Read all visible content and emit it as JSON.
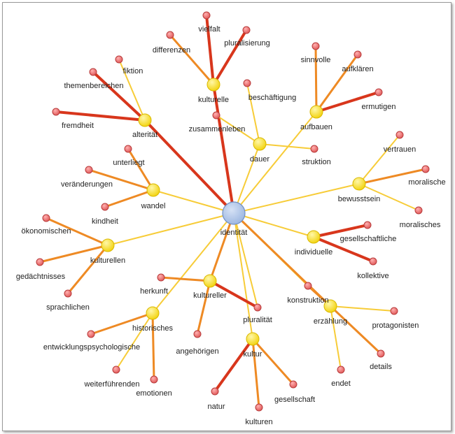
{
  "colors": {
    "center_fill": "#a9c2e8",
    "center_stroke": "#6f8fc4",
    "hub_fill": "#f5dc1e",
    "hub_stroke": "#d9b800",
    "leaf_fill": "#e86a6a",
    "leaf_stroke": "#b83c3c",
    "edge_strong": "#d8361c",
    "edge_medium": "#ee8a24",
    "edge_weak": "#f7cc38"
  },
  "graph": {
    "center": "identität",
    "hubs": [
      {
        "id": "alteritat",
        "label": "alterität",
        "weight": "strong"
      },
      {
        "id": "kulturelle_top",
        "label": "kulturelle",
        "weight": "strong"
      },
      {
        "id": "dauer",
        "label": "dauer",
        "weight": "weak"
      },
      {
        "id": "aufbauen",
        "label": "aufbauen",
        "weight": "weak"
      },
      {
        "id": "bewusstsein",
        "label": "bewusstsein",
        "weight": "weak"
      },
      {
        "id": "individuelle",
        "label": "individuelle",
        "weight": "weak"
      },
      {
        "id": "konstruktion",
        "label": "konstruktion",
        "weight": "weak"
      },
      {
        "id": "kultur",
        "label": "kultur",
        "weight": "weak"
      },
      {
        "id": "pluralitat",
        "label": "pluralität",
        "weight": "weak"
      },
      {
        "id": "kultureller",
        "label": "kultureller",
        "weight": "medium"
      },
      {
        "id": "historisches",
        "label": "historisches",
        "weight": "weak"
      },
      {
        "id": "kulturellen",
        "label": "kulturellen",
        "weight": "weak"
      },
      {
        "id": "wandel",
        "label": "wandel",
        "weight": "weak"
      },
      {
        "id": "erzahlung",
        "label": "erzählung",
        "weight": "medium"
      }
    ],
    "leaves": [
      {
        "id": "fiktion",
        "label": "fiktion",
        "hub": "alteritat",
        "weight": "weak"
      },
      {
        "id": "themenbereichen",
        "label": "themenbereichen",
        "hub": "alteritat",
        "weight": "strong"
      },
      {
        "id": "fremdheit",
        "label": "fremdheit",
        "hub": "alteritat",
        "weight": "strong"
      },
      {
        "id": "vielfalt",
        "label": "vielfalt",
        "hub": "kulturelle_top",
        "weight": "strong"
      },
      {
        "id": "differenzen",
        "label": "differenzen",
        "hub": "kulturelle_top",
        "weight": "medium"
      },
      {
        "id": "pluralisierung",
        "label": "pluralisierung",
        "hub": "kulturelle_top",
        "weight": "strong"
      },
      {
        "id": "zusammenleben",
        "label": "zusammenleben",
        "hub": "dauer",
        "weight": "weak"
      },
      {
        "id": "beschaftigung",
        "label": "beschäftigung",
        "hub": "dauer",
        "weight": "weak"
      },
      {
        "id": "struktion",
        "label": "struktion",
        "hub": "dauer",
        "weight": "weak"
      },
      {
        "id": "sinnvolle",
        "label": "sinnvolle",
        "hub": "aufbauen",
        "weight": "medium"
      },
      {
        "id": "aufklaren",
        "label": "aufklären",
        "hub": "aufbauen",
        "weight": "medium"
      },
      {
        "id": "ermutigen",
        "label": "ermutigen",
        "hub": "aufbauen",
        "weight": "strong"
      },
      {
        "id": "vertrauen",
        "label": "vertrauen",
        "hub": "bewusstsein",
        "weight": "weak"
      },
      {
        "id": "moralische",
        "label": "moralische",
        "hub": "bewusstsein",
        "weight": "medium"
      },
      {
        "id": "moralisches",
        "label": "moralisches",
        "hub": "bewusstsein",
        "weight": "weak"
      },
      {
        "id": "gesellschaftliche",
        "label": "gesellschaftliche",
        "hub": "individuelle",
        "weight": "strong"
      },
      {
        "id": "kollektive",
        "label": "kollektive",
        "hub": "individuelle",
        "weight": "strong"
      },
      {
        "id": "protagonisten",
        "label": "protagonisten",
        "hub": "erzahlung",
        "weight": "weak"
      },
      {
        "id": "details",
        "label": "details",
        "hub": "erzahlung",
        "weight": "medium"
      },
      {
        "id": "endet",
        "label": "endet",
        "hub": "erzahlung",
        "weight": "weak"
      },
      {
        "id": "gesellschaft",
        "label": "gesellschaft",
        "hub": "kultur",
        "weight": "medium"
      },
      {
        "id": "kulturen",
        "label": "kulturen",
        "hub": "kultur",
        "weight": "medium"
      },
      {
        "id": "natur",
        "label": "natur",
        "hub": "kultur",
        "weight": "strong"
      },
      {
        "id": "herkunft",
        "label": "herkunft",
        "hub": "kultureller",
        "weight": "medium"
      },
      {
        "id": "angehorigen",
        "label": "angehörigen",
        "hub": "kultureller",
        "weight": "medium"
      },
      {
        "id": "entwicklungspsychologische",
        "label": "entwicklungspsychologische",
        "hub": "historisches",
        "weight": "medium"
      },
      {
        "id": "weiterfuhrenden",
        "label": "weiterführenden",
        "hub": "historisches",
        "weight": "weak"
      },
      {
        "id": "emotionen",
        "label": "emotionen",
        "hub": "historisches",
        "weight": "medium"
      },
      {
        "id": "okonomischen",
        "label": "ökonomischen",
        "hub": "kulturellen",
        "weight": "medium"
      },
      {
        "id": "gedachtnisses",
        "label": "gedächtnisses",
        "hub": "kulturellen",
        "weight": "medium"
      },
      {
        "id": "sprachlichen",
        "label": "sprachlichen",
        "hub": "kulturellen",
        "weight": "medium"
      },
      {
        "id": "unterliegt",
        "label": "unterliegt",
        "hub": "wandel",
        "weight": "medium"
      },
      {
        "id": "veranderungen",
        "label": "veränderungen",
        "hub": "wandel",
        "weight": "medium"
      },
      {
        "id": "kindheit",
        "label": "kindheit",
        "hub": "wandel",
        "weight": "medium"
      }
    ],
    "extra_links": [
      {
        "from": "kultureller",
        "to": "pluralitat",
        "weight": "strong"
      },
      {
        "from": "konstruktion",
        "to": "erzahlung",
        "weight": "medium"
      }
    ]
  }
}
